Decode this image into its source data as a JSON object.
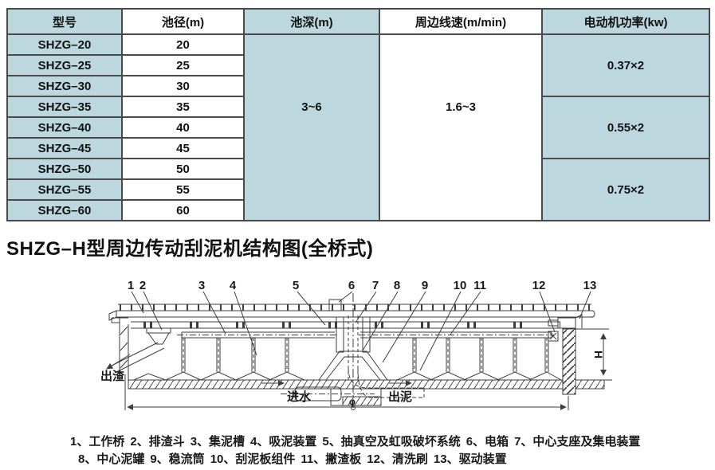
{
  "table": {
    "headers": [
      "型号",
      "池径(m)",
      "池深(m)",
      "周边线速(m/min)",
      "电动机功率(kw)"
    ],
    "rows": [
      {
        "model": "SHZG–20",
        "diameter": "20"
      },
      {
        "model": "SHZG–25",
        "diameter": "25"
      },
      {
        "model": "SHZG–30",
        "diameter": "30"
      },
      {
        "model": "SHZG–35",
        "diameter": "35"
      },
      {
        "model": "SHZG–40",
        "diameter": "40"
      },
      {
        "model": "SHZG–45",
        "diameter": "45"
      },
      {
        "model": "SHZG–50",
        "diameter": "50"
      },
      {
        "model": "SHZG–55",
        "diameter": "55"
      },
      {
        "model": "SHZG–60",
        "diameter": "60"
      }
    ],
    "depth": "3~6",
    "speed": "1.6~3",
    "power": [
      "0.37×2",
      "0.55×2",
      "0.75×2"
    ]
  },
  "section_title": "SHZG–H型周边传动刮泥机结构图(全桥式)",
  "diagram": {
    "callouts": [
      "1",
      "2",
      "3",
      "4",
      "5",
      "6",
      "7",
      "8",
      "9",
      "10",
      "11",
      "12",
      "13"
    ],
    "labels": {
      "slag_out": "出渣",
      "water_in": "进水",
      "mud_out": "出泥",
      "height_dim": "H",
      "diameter_dim": "φ"
    }
  },
  "legend": {
    "items1": [
      "1、工作桥",
      "2、排渣斗",
      "3、集泥槽",
      "4、吸泥装置",
      "5、抽真空及虹吸破坏系统",
      "6、电箱",
      "7、中心支座及集电装置"
    ],
    "items2": [
      "8、中心泥罐",
      "9、稳流筒",
      "10、刮泥板组件",
      "11、撇渣板",
      "12、清洗刷",
      "13、驱动装置"
    ]
  },
  "colors": {
    "cell_blue": "#bcd8de",
    "table_border": "#4a4a4a",
    "line": "#3d3d3d"
  }
}
